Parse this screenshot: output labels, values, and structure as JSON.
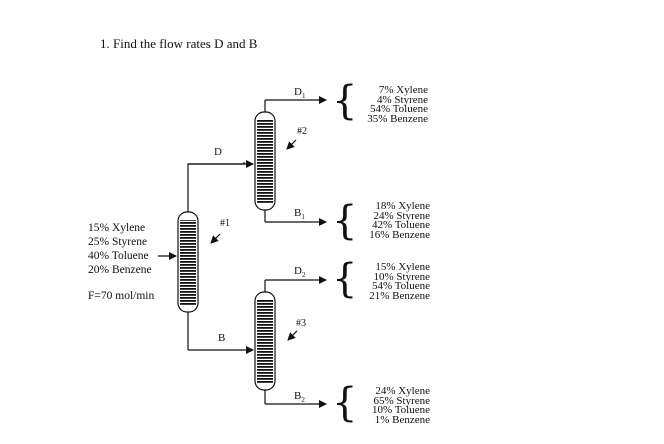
{
  "title": "1.   Find the flow rates D and B",
  "feed": {
    "components": [
      "15% Xylene",
      "25% Styrene",
      "40% Toluene",
      "20% Benzene"
    ],
    "flow": "F=70 mol/min"
  },
  "columns": [
    {
      "id": "#1"
    },
    {
      "id": "#2"
    },
    {
      "id": "#3"
    }
  ],
  "streams": {
    "D": "D",
    "B": "B",
    "D1": {
      "base": "D",
      "sub": "1",
      "components": [
        "7% Xylene",
        "4% Styrene",
        "54% Toluene",
        "35% Benzene"
      ]
    },
    "B1": {
      "base": "B",
      "sub": "1",
      "components": [
        "18% Xylene",
        "24% Styrene",
        "42% Toluene",
        "16% Benzene"
      ]
    },
    "D2": {
      "base": "D",
      "sub": "2",
      "components": [
        "15% Xylene",
        "10% Styrene",
        "54% Toluene",
        "21% Benzene"
      ]
    },
    "B2": {
      "base": "B",
      "sub": "2",
      "components": [
        "24% Xylene",
        "65% Styrene",
        "10% Toluene",
        "1% Benzene"
      ]
    }
  },
  "colors": {
    "line": "#111111",
    "background": "#ffffff"
  }
}
